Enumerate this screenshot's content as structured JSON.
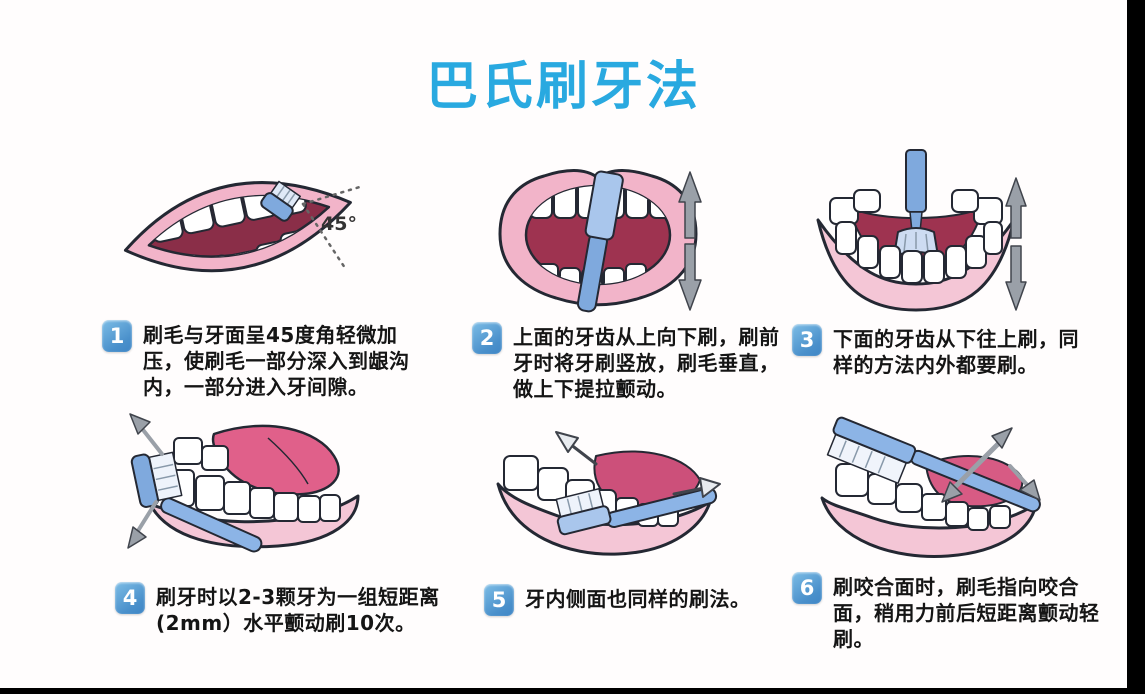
{
  "title": "巴氏刷牙法",
  "labels": {
    "angle": "45°"
  },
  "steps": [
    {
      "num": "1",
      "text": "刷毛与牙面呈45度角轻微加压，使刷毛一部分深入到龈沟内，一部分进入牙间隙。"
    },
    {
      "num": "2",
      "text": "上面的牙齿从上向下刷，刷前牙时将牙刷竖放，刷毛垂直，做上下提拉颤动。"
    },
    {
      "num": "3",
      "text": "下面的牙齿从下往上刷，同样的方法内外都要刷。"
    },
    {
      "num": "4",
      "text": "刷牙时以2-3颗牙为一组短距离(2mm）水平颤动刷10次。"
    },
    {
      "num": "5",
      "text": "牙内侧面也同样的刷法。"
    },
    {
      "num": "6",
      "text": "刷咬合面时，刷毛指向咬合面，稍用力前后短距离颤动轻刷。"
    }
  ],
  "colors": {
    "title": "#29a9e0",
    "badge_gradient_top": "#7dbde6",
    "badge_gradient_bottom": "#3f86c6",
    "body_text": "#151515",
    "lip_pink": "#f2b4c9",
    "gum_pink": "#f4c6d6",
    "mouth_red": "#9e3350",
    "tongue_pink": "#e0608a",
    "brush_blue": "#8cb4e6",
    "brush_head_blue": "#a9c6ec",
    "tooth_white": "#ffffff",
    "outline_dark": "#242833",
    "arrow_gray": "#9aa0a8",
    "background": "#ffffff",
    "edge_black": "#000000"
  }
}
